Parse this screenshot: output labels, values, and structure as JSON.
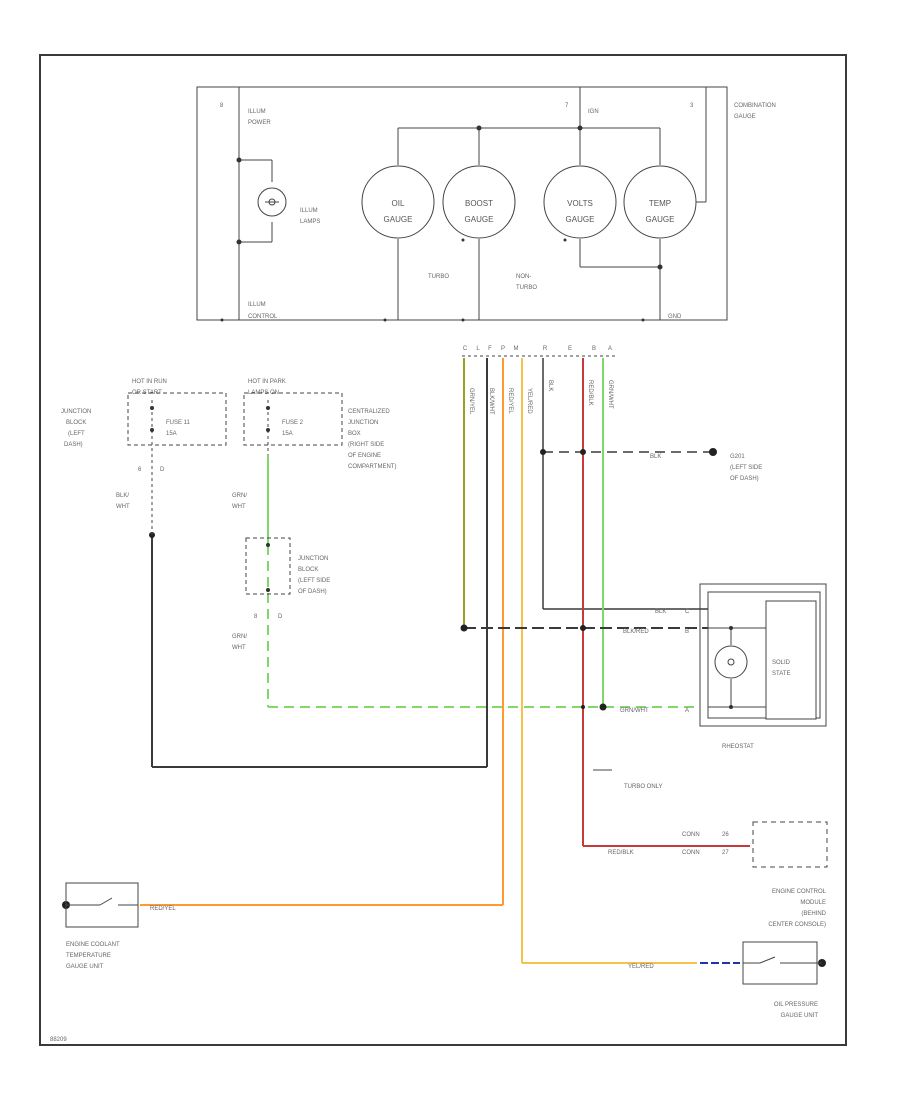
{
  "diagram": {
    "combination_gauge": {
      "label": [
        "COMBINATION",
        "GAUGE"
      ],
      "pin_left": "8",
      "pin_7": "7",
      "pin_3": "3",
      "ign_label": "IGN",
      "illum_power": [
        "ILLUM",
        "POWER"
      ],
      "illum_lamps": [
        "ILLUM",
        "LAMPS"
      ],
      "illum_control": [
        "ILLUM",
        "CONTROL"
      ],
      "gnd_label": "GND",
      "gauges": [
        {
          "line1": "OIL",
          "line2": "GAUGE"
        },
        {
          "line1": "BOOST",
          "line2": "GAUGE"
        },
        {
          "line1": "VOLTS",
          "line2": "GAUGE"
        },
        {
          "line1": "TEMP",
          "line2": "GAUGE"
        }
      ],
      "turbo_label": "TURBO",
      "non_turbo_label": [
        "NON-",
        "TURBO"
      ]
    },
    "hot_in_run": [
      "HOT IN RUN",
      "OR START"
    ],
    "hot_in_park": [
      "HOT IN PARK",
      "LAMPS ON"
    ],
    "junction_block_left": [
      "JUNCTION",
      "BLOCK",
      "(LEFT",
      "DASH)"
    ],
    "fuse11": [
      "FUSE 11",
      "15A"
    ],
    "fuse2": [
      "FUSE 2",
      "15A"
    ],
    "centralized_junction_box": [
      "CENTRALIZED",
      "JUNCTION",
      "BOX",
      "(RIGHT SIDE",
      "OF ENGINE",
      "COMPARTMENT)"
    ],
    "pins_6d": [
      "6",
      "D"
    ],
    "blk_wht": [
      "BLK/",
      "WHT"
    ],
    "grn_wht_1": [
      "GRN/",
      "WHT"
    ],
    "junction_block_left_side": [
      "JUNCTION",
      "BLOCK",
      "(LEFT SIDE",
      "OF DASH)"
    ],
    "pins_8d": [
      "8",
      "D"
    ],
    "grn_wht_2": [
      "GRN/",
      "WHT"
    ],
    "connector_pins": [
      "C",
      "L",
      "F",
      "P",
      "M",
      "R",
      "E",
      "B",
      "A"
    ],
    "vertical_wire_labels": [
      "GRN/YEL",
      "BLK/WHT",
      "RED/YEL",
      "YEL/RED",
      "BLK",
      "RED/BLK",
      "GRN/WHT"
    ],
    "blk_label": "BLK",
    "g201": [
      "G201",
      "(LEFT SIDE",
      "OF DASH)"
    ],
    "rheostat": {
      "label": "RHEOSTAT",
      "blk_label": "BLK",
      "blk_pin": "C",
      "wire_2": "BLK/RED",
      "wire_2_pin": "B",
      "wire_3": "GRN/WHT",
      "wire_3_pin": "A",
      "solid_state": [
        "SOLID",
        "STATE"
      ]
    },
    "turbo_only": "TURBO ONLY",
    "ecm_wire_label": "RED/BLK",
    "ecm_connector": [
      "CONN",
      "CONN"
    ],
    "ecm_pins": [
      "26",
      "27"
    ],
    "ecm_label": [
      "ENGINE CONTROL",
      "MODULE",
      "(BEHIND",
      "CENTER CONSOLE)"
    ],
    "coolant_wire_label": "RED/YEL",
    "coolant_label": [
      "ENGINE COOLANT",
      "TEMPERATURE",
      "GAUGE UNIT"
    ],
    "oil_wire_label": "YEL/RED",
    "oil_label": [
      "OIL PRESSURE",
      "GAUGE UNIT"
    ],
    "figure_id": "88209"
  },
  "colors": {
    "black": "#3a3a3a",
    "grn_yel": "#9aa020",
    "grn_wht": "#7fd86a",
    "red_yel": "#ff9a30",
    "yel_red": "#f7c14a",
    "red_blk": "#c83a3a",
    "blue": "#2233aa"
  }
}
